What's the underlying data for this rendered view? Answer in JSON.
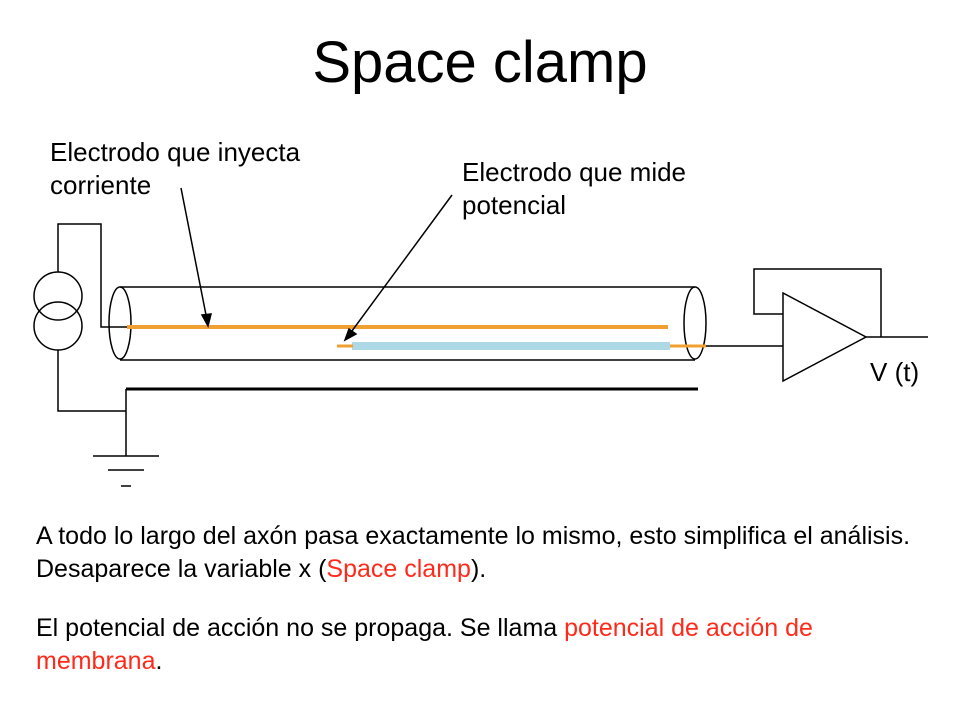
{
  "title": "Space clamp",
  "labels": {
    "injecting_electrode": [
      "Electrodo que inyecta",
      "corriente"
    ],
    "measuring_electrode": [
      "Electrodo que mide",
      "potencial"
    ],
    "output": "V (t)"
  },
  "paragraphs": [
    {
      "parts": [
        {
          "text": "A todo lo largo del axón pasa exactamente lo mismo, esto simplifica el análisis. Desaparece la variable x (",
          "highlight": false
        },
        {
          "text": "Space clamp",
          "highlight": true
        },
        {
          "text": ").",
          "highlight": false
        }
      ]
    },
    {
      "parts": [
        {
          "text": "El potencial de acción no se propaga. Se llama ",
          "highlight": false
        },
        {
          "text": "potencial de acción de membrana",
          "highlight": true
        },
        {
          "text": ".",
          "highlight": false
        }
      ]
    }
  ],
  "colors": {
    "electrode": "#f0a030",
    "measuring_segment": "#add8e6",
    "highlight": "#ff2a1a",
    "line": "#000000"
  }
}
